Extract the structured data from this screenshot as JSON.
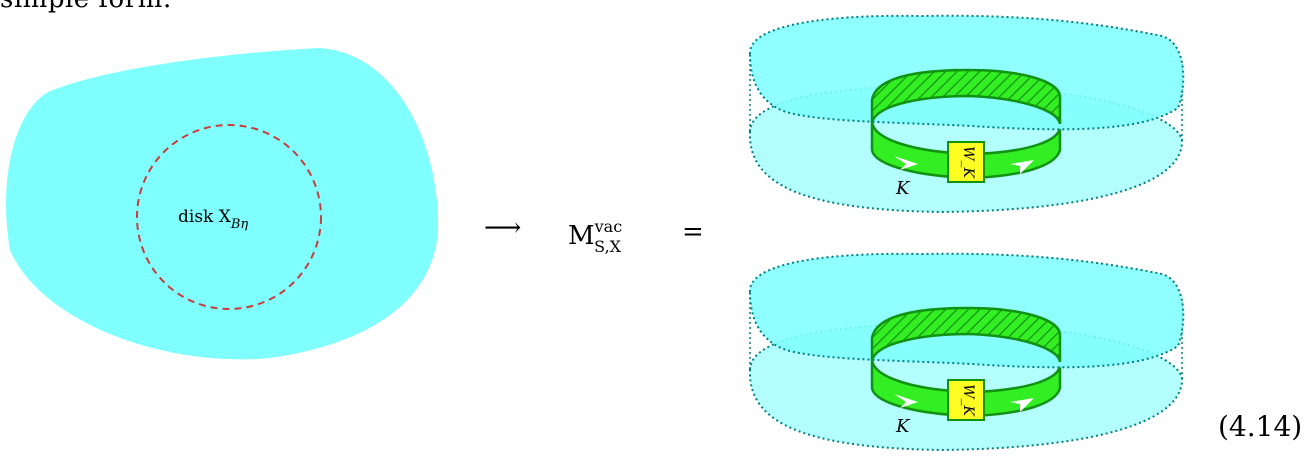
{
  "top_text": "simple form:",
  "left_label": {
    "prefix": "disk X",
    "subscript": "Bη"
  },
  "arrow": "⟶",
  "lhs": {
    "main": "M",
    "superscript": "vac",
    "subscript": "S,X"
  },
  "equals": "=",
  "upper_diagram": {
    "box_label": "W_K",
    "curve_label": "K"
  },
  "lower_diagram": {
    "box_label": "W_K",
    "curve_label": "K"
  },
  "equation_number": "(4.14)",
  "colors": {
    "cyan": "#80ffff",
    "light_cyan": "#b3ffff",
    "green": "#33ee22",
    "dark_green": "#129212",
    "yellow": "#ffff22",
    "dashed_red": "#c83c3c"
  }
}
